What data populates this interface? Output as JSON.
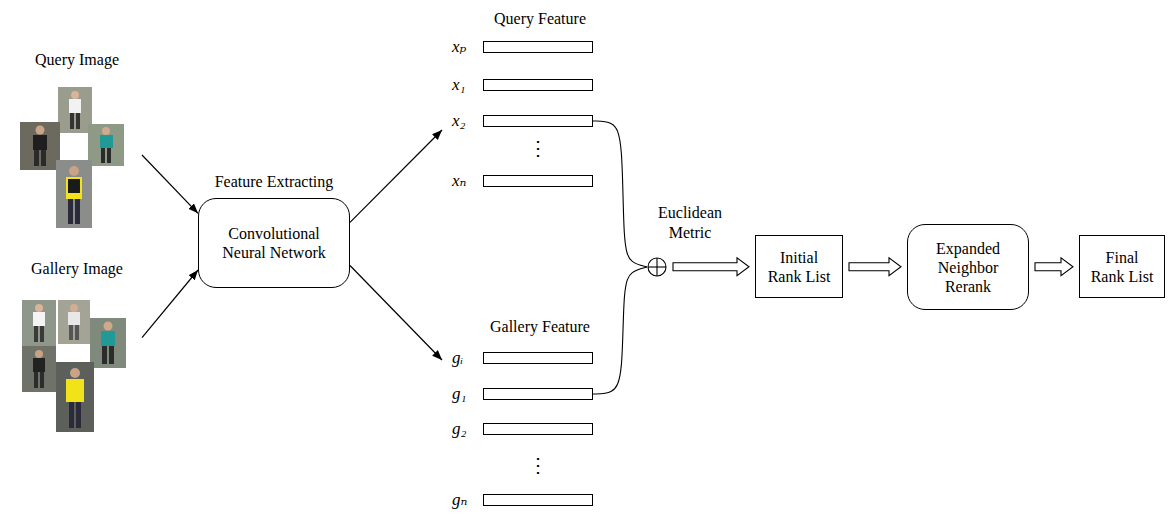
{
  "diagram": {
    "nodes": [
      {
        "text": [
          "Query Image"
        ]
      },
      {
        "text": [
          "Gallery Image"
        ]
      },
      {
        "text": [
          "Feature Extracting",
          "Convolutional Neural Network"
        ]
      },
      {
        "text": [
          "xₚ"
        ]
      },
      {
        "text": [
          "x₁"
        ]
      },
      {
        "text": [
          "x₂"
        ]
      },
      {
        "text": [
          "xₙ"
        ]
      },
      {
        "text": [
          "gᵢ"
        ]
      },
      {
        "text": [
          "g₁"
        ]
      },
      {
        "text": [
          "g₂"
        ]
      },
      {
        "text": [
          "gₙ"
        ]
      },
      {
        "text": [
          "Euclidean Metric"
        ]
      },
      {
        "text": [
          "Initial Rank List"
        ]
      },
      {
        "text": [
          "Expanded Neighbor Rerank"
        ]
      },
      {
        "text": [
          "Final Rank List"
        ]
      }
    ],
    "edges": [
      {
        "from": 0,
        "to": 2,
        "arrow": "to"
      },
      {
        "from": 1,
        "to": 2,
        "arrow": "to"
      },
      {
        "from": 2,
        "to": 5,
        "arrow": "to"
      },
      {
        "from": 2,
        "to": 7,
        "arrow": "to"
      },
      {
        "from": 5,
        "to": 11,
        "arrow": "none"
      },
      {
        "from": 8,
        "to": 11,
        "arrow": "none"
      },
      {
        "from": 11,
        "to": 12,
        "arrow": "to"
      },
      {
        "from": 12,
        "to": 13,
        "arrow": "to"
      },
      {
        "from": 13,
        "to": 14,
        "arrow": "to"
      }
    ],
    "labels": [
      "Query Feature",
      "⋮",
      "Gallery Feature",
      "⋮"
    ]
  }
}
